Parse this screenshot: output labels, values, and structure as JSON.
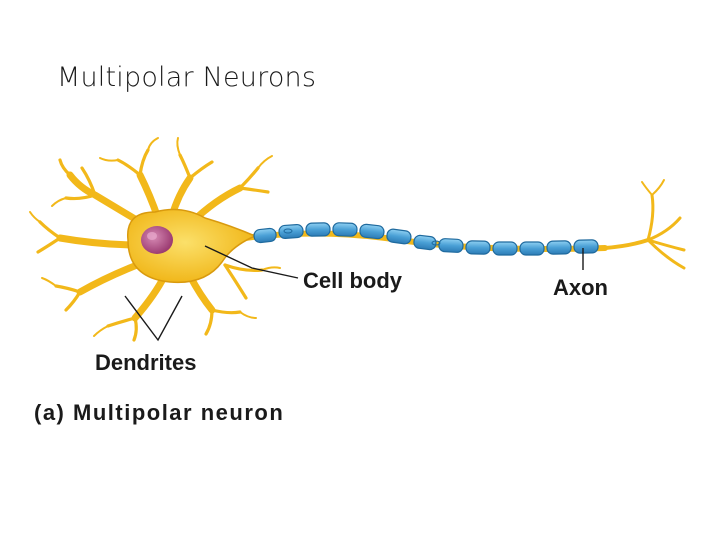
{
  "slide": {
    "title": "Multipolar Neurons"
  },
  "diagram": {
    "labels": {
      "cell_body": "Cell body",
      "axon": "Axon",
      "dendrites": "Dendrites",
      "caption": "(a) Multipolar neuron"
    },
    "colors": {
      "soma": "#f5c21b",
      "soma_outline": "#d99a0e",
      "nucleus": "#b04a83",
      "myelin": "#4aa0d6",
      "myelin_outline": "#1f6a9e",
      "label_text": "#1a1a1a"
    }
  }
}
